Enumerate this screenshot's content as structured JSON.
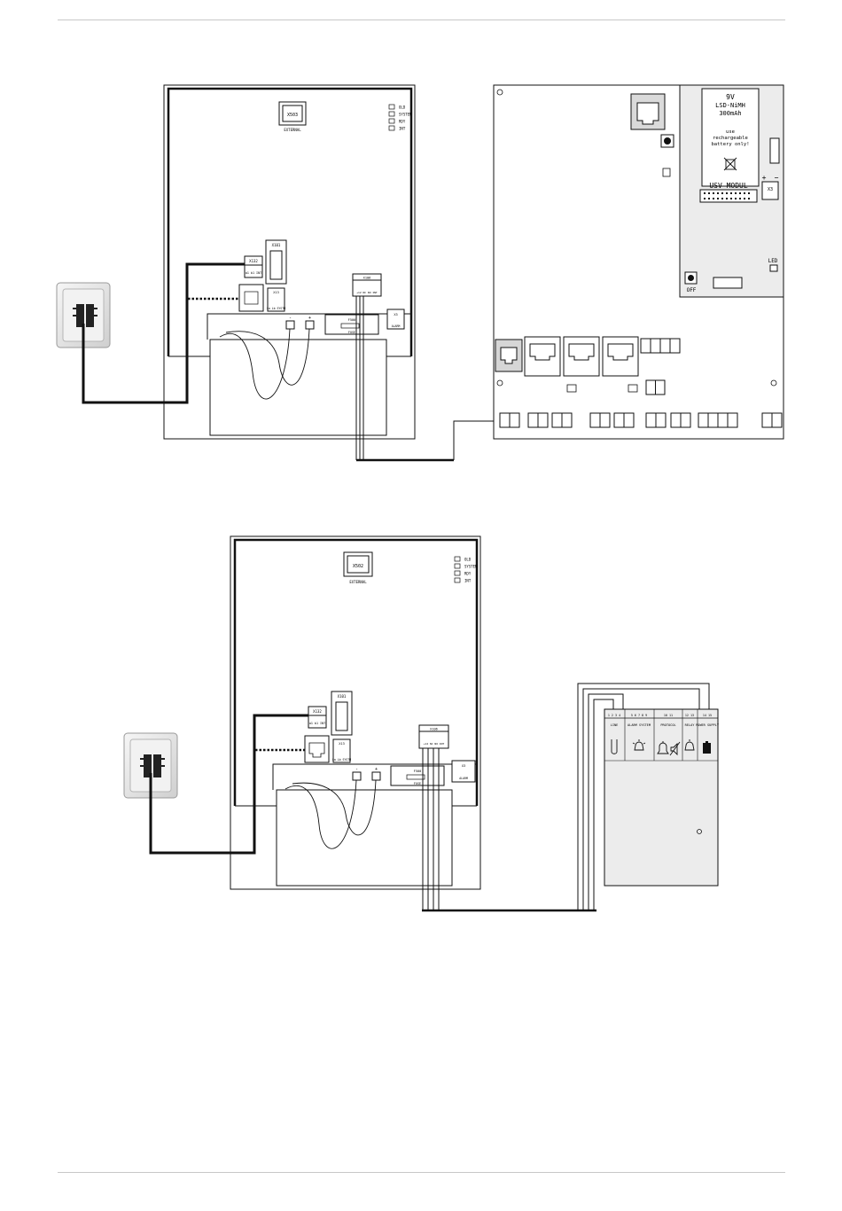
{
  "colors": {
    "line": "#111111",
    "panel": "#ededed",
    "socket": "#e9e9e9",
    "rule": "#c8c8c8"
  },
  "top": {
    "base": {
      "connector_top": "X503",
      "connector_top_label": "EXTERNAL",
      "leds": [
        "OLD",
        "SYSTEM",
        "RDY",
        "INT"
      ],
      "tel_connector": "X132",
      "tel_connector_label": "a1 b1 INT",
      "side_connector": "X101",
      "small_connector": "X13",
      "small_connector_label": "La Lb SYSTM",
      "relay_connector": "X106",
      "relay_connector_label": "+12 NC NO INT",
      "fuse_label": "FUSE",
      "fuse_name": "F500",
      "alarm_connector": "X3",
      "alarm_label": "ALARM",
      "minus": "-",
      "plus": "+"
    },
    "ext": {
      "battery_lines": [
        "9V",
        "LSD-NiMH",
        "300mAh",
        "use",
        "rechargeable",
        "battery only!"
      ],
      "module_label": "USV MODUL",
      "x3": "X3",
      "plus": "+",
      "minus": "−",
      "led": "LED",
      "off": "OFF"
    }
  },
  "bottom": {
    "base": {
      "connector_top": "X502",
      "connector_top_label": "EXTERNAL",
      "leds": [
        "OLD",
        "SYSTEM",
        "RDY",
        "INT"
      ],
      "tel_connector": "X132",
      "tel_connector_label": "a1 b1 INT",
      "side_connector": "X101",
      "small_connector": "X13",
      "small_connector_label": "La Lb SYSTM",
      "relay_connector": "X106",
      "relay_connector_label": "+12 NC NO INT",
      "fuse_label": "FUSE",
      "fuse_name": "F500",
      "alarm_connector": "X3",
      "alarm_label": "ALARM",
      "minus": "-",
      "plus": "+"
    },
    "ext": {
      "headers": [
        "1 2 3 4",
        "5 6 7 8 9",
        "10 11",
        "12 13",
        "14 15"
      ],
      "labels": [
        "LINE",
        "ALARM SYSTEM",
        "PROTOCOL",
        "RELAY",
        "POWER SUPPLY"
      ]
    }
  }
}
